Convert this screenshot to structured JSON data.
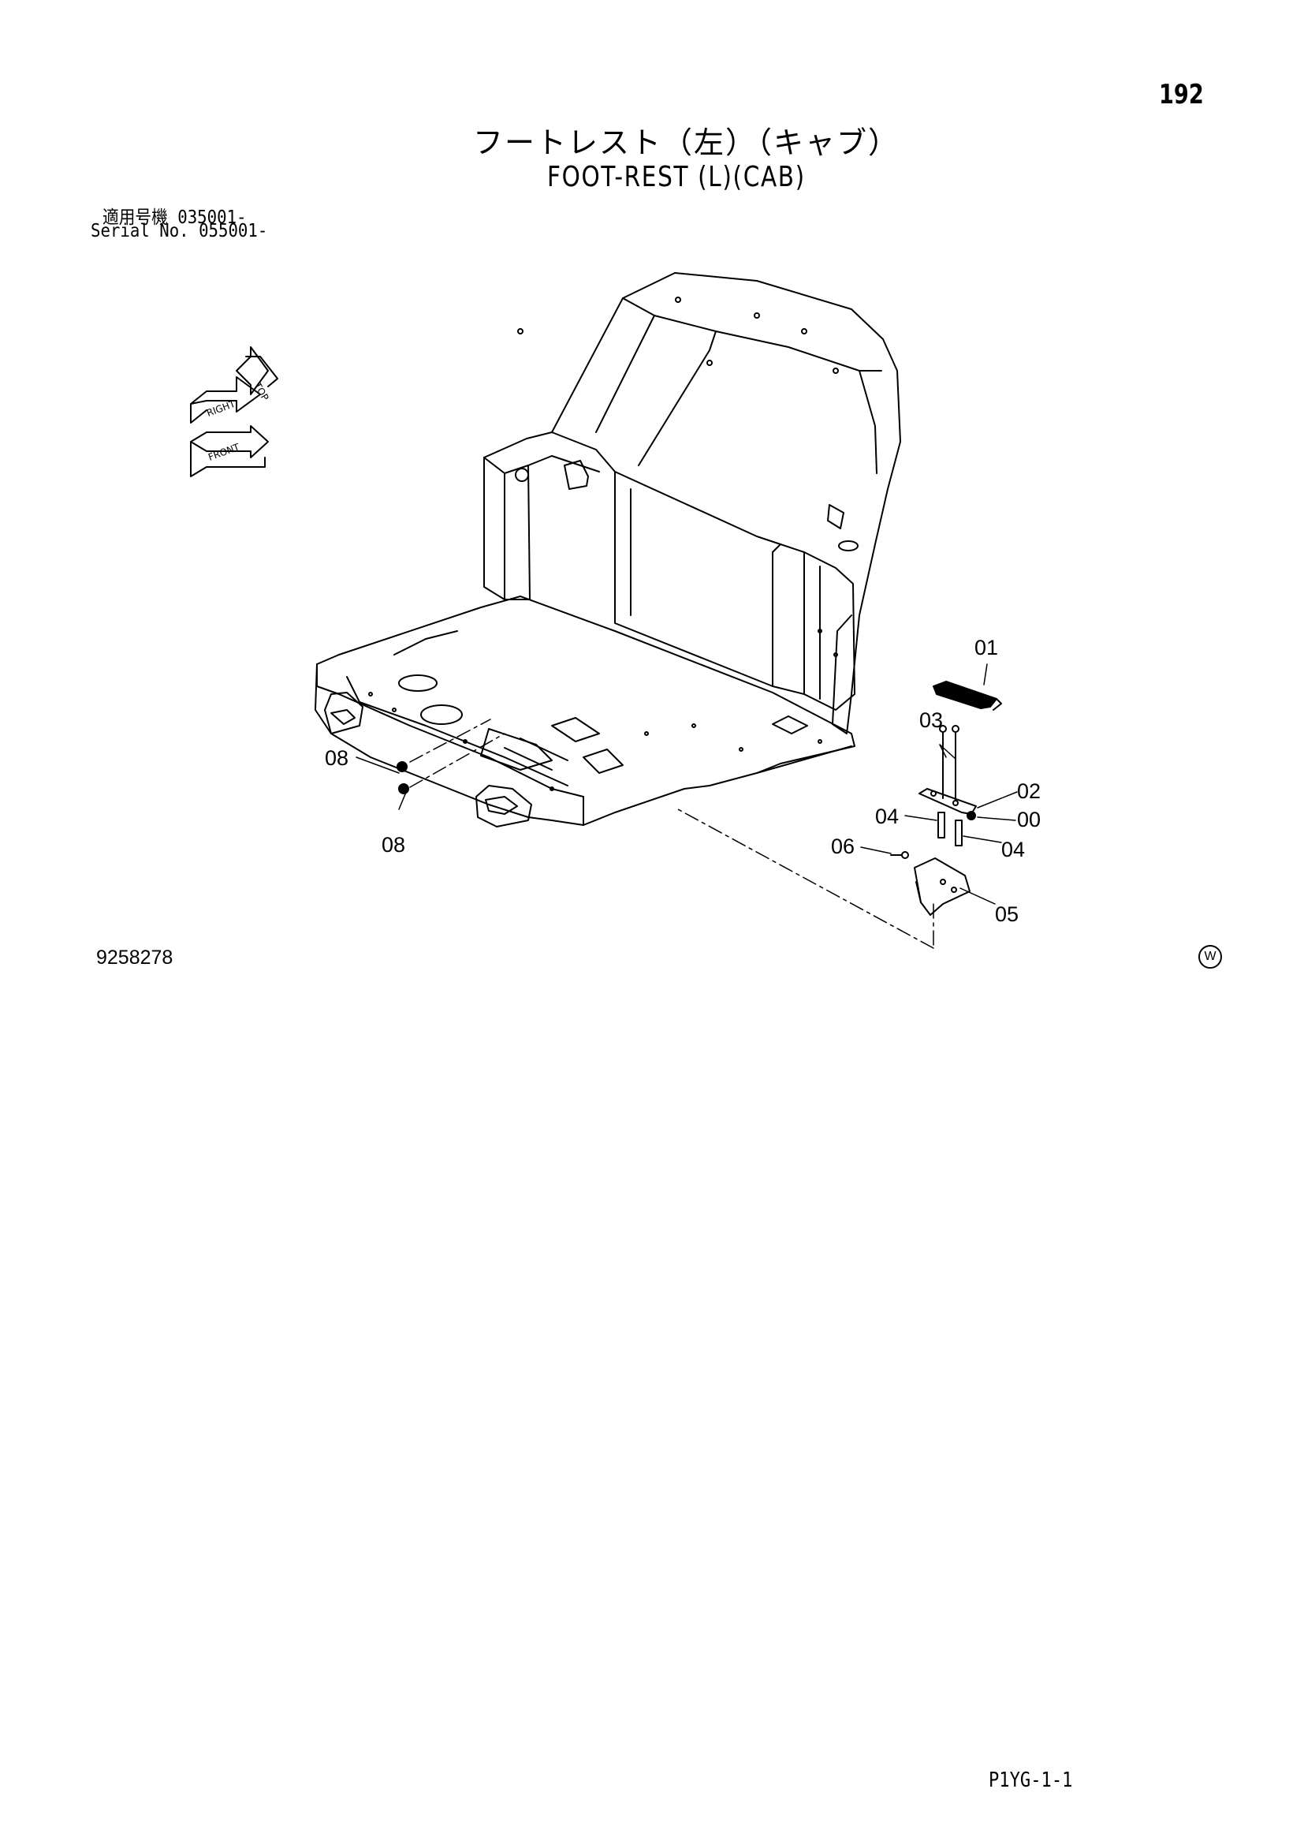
{
  "page": {
    "number": "192",
    "title_ja": "フートレスト（左）（キャブ）",
    "title_en": "FOOT-REST (L)(CAB)",
    "serial_line_1": "適用号機 035001-",
    "serial_line_2": "Serial No. 055001-",
    "drawing_number": "9258278",
    "mark": "W",
    "footer_code": "P1YG-1-1"
  },
  "orientation_labels": {
    "top": "TOP",
    "right": "RIGHT",
    "front": "FRONT"
  },
  "callouts": {
    "c01": "01",
    "c03": "03",
    "c02": "02",
    "c00": "00",
    "c04a": "04",
    "c04b": "04",
    "c06": "06",
    "c05": "05",
    "c08a": "08",
    "c08b": "08"
  }
}
